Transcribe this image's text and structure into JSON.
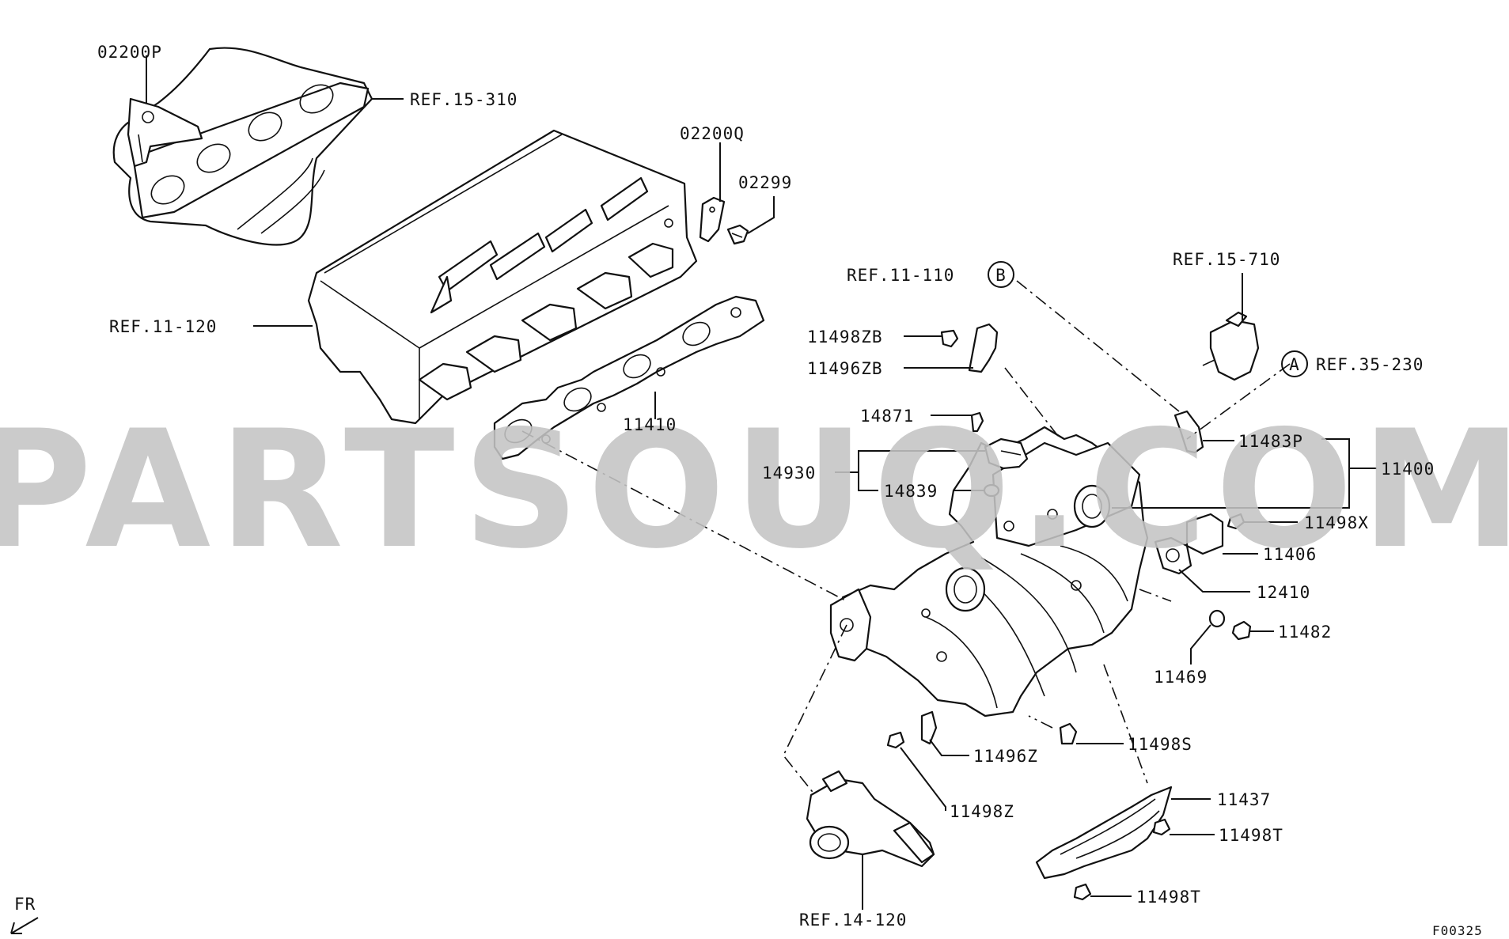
{
  "watermark": "PARTSOUQ.COM",
  "figure_code": "F00325",
  "direction_label": "FR",
  "circle_markers": {
    "a": "A",
    "b": "B"
  },
  "labels": {
    "p02200P": "02200P",
    "ref15_310": "REF.15-310",
    "p02200Q": "02200Q",
    "p02299": "02299",
    "ref11_120": "REF.11-120",
    "p11410": "11410",
    "ref11_110": "REF.11-110",
    "ref15_710": "REF.15-710",
    "ref35_230": "REF.35-230",
    "p11498ZB": "11498ZB",
    "p11496ZB": "11496ZB",
    "p14871": "14871",
    "p14930": "14930",
    "p14839": "14839",
    "p11483P": "11483P",
    "p11400": "11400",
    "p11498X": "11498X",
    "p11406": "11406",
    "p12410": "12410",
    "p11482": "11482",
    "p11469": "11469",
    "p11498S": "11498S",
    "p11496Z": "11496Z",
    "p11498Z": "11498Z",
    "p11437": "11437",
    "p11498T_1": "11498T",
    "p11498T_2": "11498T",
    "ref14_120": "REF.14-120"
  }
}
